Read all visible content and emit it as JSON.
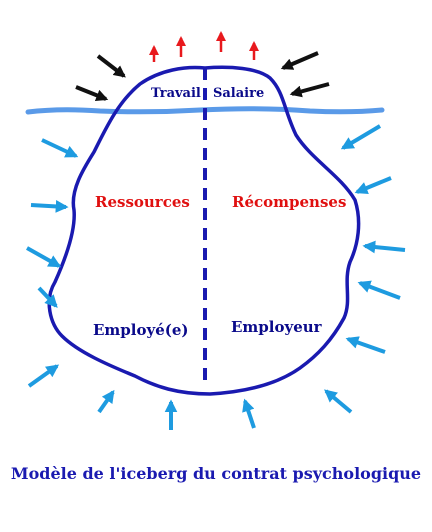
{
  "labels": {
    "top_left": "Travail",
    "top_right": "Salaire",
    "resources": "Ressources",
    "rewards": "Récompenses",
    "employee": "Employé(e)",
    "employer": "Employeur"
  },
  "caption": "Modèle de l'iceberg du contrat psychologique",
  "colors": {
    "outline": "#1a1ab0",
    "water": "#5a9ae8",
    "red_text": "#e01010",
    "navy_text": "#0a0a8a",
    "red_arrow": "#e8191d",
    "black_arrow": "#111111",
    "blue_arrow": "#1e9be0"
  },
  "icons": [
    "red-up-arrow",
    "black-pressure-arrow",
    "blue-pressure-arrow"
  ]
}
